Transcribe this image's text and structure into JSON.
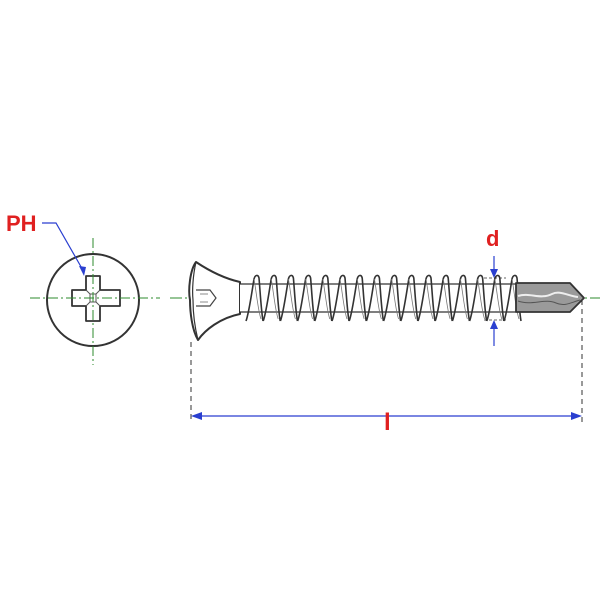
{
  "labels": {
    "head_type": "PH",
    "diameter": "d",
    "length": "l"
  },
  "colors": {
    "label": "#e02020",
    "dimension": "#2a3fd0",
    "centerline": "#2e8b2e",
    "outline": "#333333",
    "tip_fill": "#9a9a9a"
  }
}
